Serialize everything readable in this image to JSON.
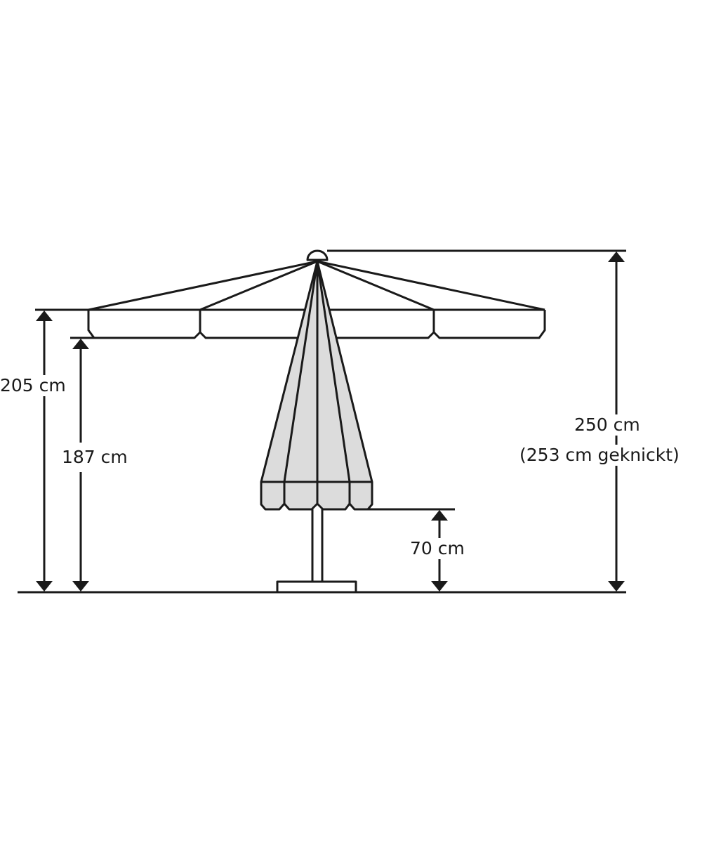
{
  "colors": {
    "stroke": "#1a1a1a",
    "folded_fill": "#dcdcdc",
    "background": "#ffffff"
  },
  "dimensions": {
    "canopy_edge_height": "205 cm",
    "valance_height": "187 cm",
    "total_height": "250 cm",
    "total_height_tilted": "(253 cm geknickt)",
    "folded_valance_height": "70 cm"
  }
}
